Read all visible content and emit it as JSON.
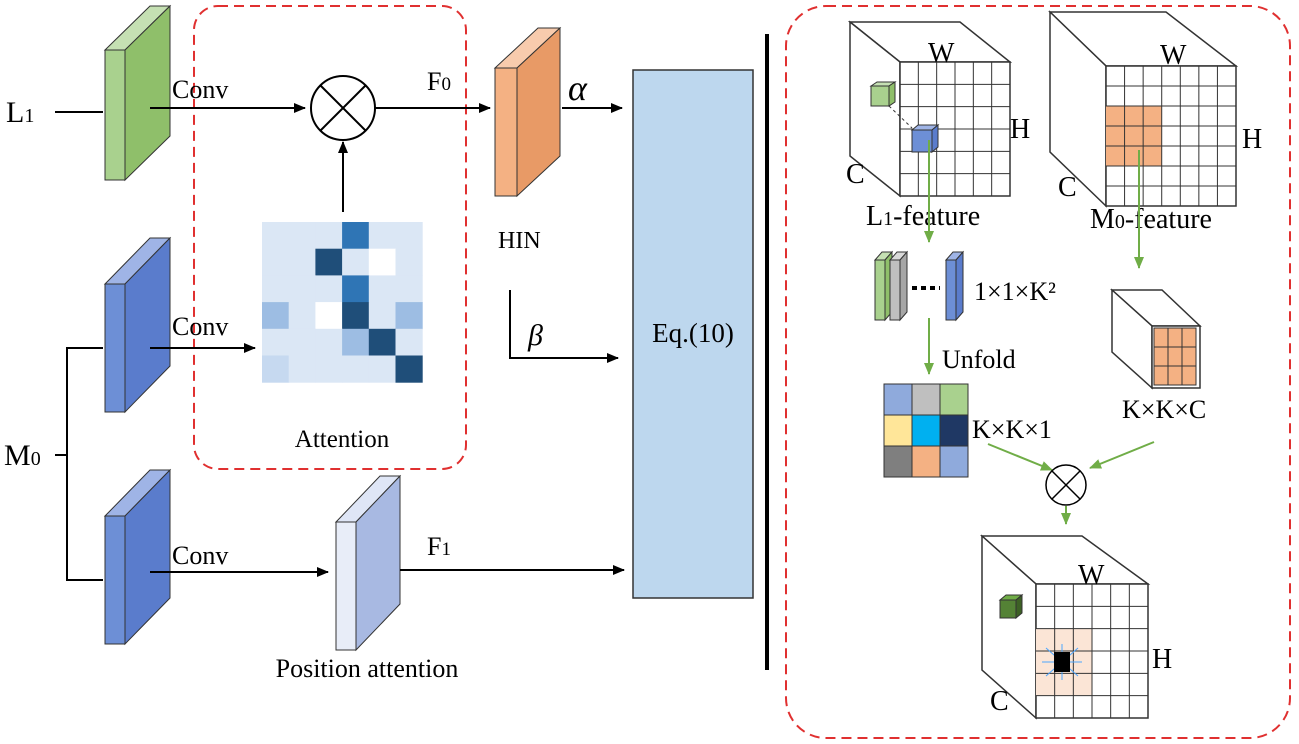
{
  "left_panel": {
    "input_l1": {
      "main": "L",
      "sub": "1"
    },
    "input_m0": {
      "main": "M",
      "sub": "0"
    },
    "conv_top": "Conv",
    "conv_mid": "Conv",
    "conv_bottom": "Conv",
    "f0": {
      "main": "F",
      "sub": "0"
    },
    "f1": {
      "main": "F",
      "sub": "1"
    },
    "alpha": "α",
    "beta": "β",
    "hin": "HIN",
    "attention": "Attention",
    "position_attention": "Position attention",
    "eq_box": "Eq.(10)",
    "attention_matrix": [
      [
        1,
        1,
        1,
        4,
        1,
        1
      ],
      [
        1,
        1,
        5,
        1,
        0,
        1
      ],
      [
        1,
        1,
        1,
        4,
        1,
        1
      ],
      [
        3,
        1,
        0,
        5,
        1,
        3
      ],
      [
        1,
        1,
        1,
        3,
        5,
        1
      ],
      [
        2,
        1,
        1,
        1,
        1,
        5
      ]
    ]
  },
  "right_panel": {
    "l1_feature": {
      "sub": "1",
      "pre": "L",
      "post": "-feature"
    },
    "m0_feature": {
      "sub": "0",
      "pre": "M",
      "post": "-feature"
    },
    "w_label": "W",
    "h_label": "H",
    "c_label": "C",
    "kernel_size": "1×1×K²",
    "unfold": "Unfold",
    "kxkx1": "K×K×1",
    "kxkxc": "K×K×C",
    "unfold_colors": [
      "#8faadc",
      "#bfbfbf",
      "#a9d18e",
      "#ffe699",
      "#00b0f0",
      "#1f3864",
      "#7f7f7f",
      "#f4b183",
      "#8faadc"
    ]
  },
  "colors": {
    "green_block": "#a9d18e",
    "blue_block": "#6d8fd6",
    "light_blue_block": "#b4c3e8",
    "orange_block": "#f4b183",
    "eq_fill": "#bdd7ee",
    "dashed_red": "#e03030",
    "arrow_green": "#70ad47"
  }
}
